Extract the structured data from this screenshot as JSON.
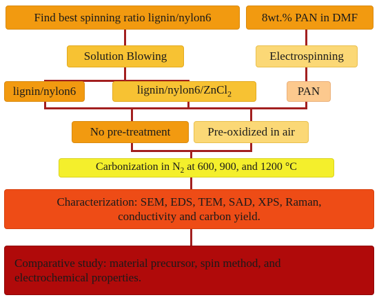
{
  "boxes": {
    "best_ratio": "Find best spinning ratio lignin/nylon6",
    "pan_dmf": "8wt.% PAN in DMF",
    "solution_blowing": "Solution Blowing",
    "electrospinning": "Electrospinning",
    "lignin_nylon6": "lignin/nylon6",
    "lignin_nylon6_zncl2_base": "lignin/nylon6/ZnCl",
    "lignin_nylon6_zncl2_sub": "2",
    "pan": "PAN",
    "no_pretreatment": "No pre-treatment",
    "preoxidized": "Pre-oxidized in air",
    "carbonization_pre": "Carbonization in N",
    "carbonization_sub": "2",
    "carbonization_post": " at 600, 900, and 1200 °C",
    "characterization_line1": "Characterization: SEM, EDS, TEM, SAD, XPS, Raman,",
    "characterization_line2": "conductivity and carbon yield.",
    "comparative_line1": "Comparative study: material precursor, spin method, and",
    "comparative_line2": "electrochemical properties."
  },
  "colors": {
    "dark_orange": "#f29a10",
    "mid_orange": "#f7c233",
    "light_orange": "#fbd876",
    "peach": "#fcc98e",
    "yellow": "#f4ef2c",
    "red_orange": "#ee4c16",
    "maroon": "#b00a0a",
    "connector": "#a21f1f"
  }
}
